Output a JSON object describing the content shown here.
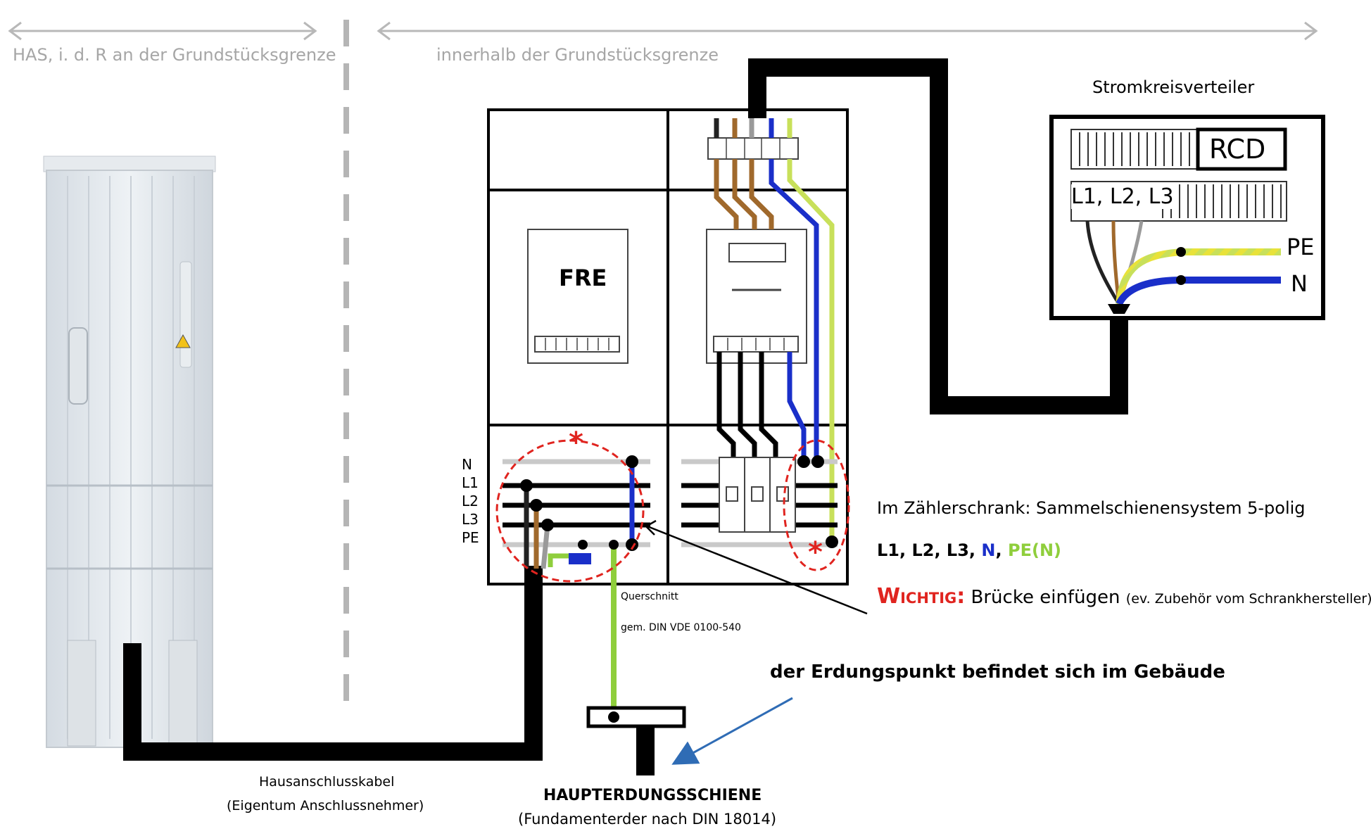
{
  "header": {
    "left_zone": "HAS, i. d. R an der Grundstücksgrenze",
    "right_zone": "innerhalb der Grundstücksgrenze"
  },
  "distributor": {
    "title": "Stromkreisverteiler",
    "rcd": "RCD",
    "phases": "L1, L2, L3",
    "pe": "PE",
    "n": "N"
  },
  "meter_cabinet": {
    "fre": "FRE",
    "bus_labels": [
      "N",
      "L1",
      "L2",
      "L3",
      "PE"
    ],
    "asterisk": "*"
  },
  "notes": {
    "busbar_system": "Im Zählerschrank: Sammelschienensystem 5-polig",
    "conductors_black": "L1, L2, L3,",
    "conductor_n": "N",
    "comma": ",",
    "conductor_pen": "PE(N)",
    "important_label": "Wichtig:",
    "important_text": "Brücke einfügen",
    "important_note": "(ev. Zubehör vom Schrankhersteller)",
    "cross_section_1": "Querschnitt",
    "cross_section_2": "gem. DIN VDE 0100-540",
    "earthing_point": "der Erdungspunkt befindet sich im Gebäude",
    "main_earth_bar": "HAUPTERDUNGSSCHIENE",
    "foundation_earth": "(Fundamenterder nach DIN 18014)",
    "service_cable": "Hausanschlusskabel",
    "service_cable_owner": "(Eigentum Anschlussnehmer)"
  },
  "colors": {
    "brown": "#a0692c",
    "blue": "#1a2fc9",
    "green_yellow": "#c8e05a",
    "pe_green": "#8fce3c",
    "red": "#e0241f",
    "gray_text": "#a6a6a6"
  }
}
